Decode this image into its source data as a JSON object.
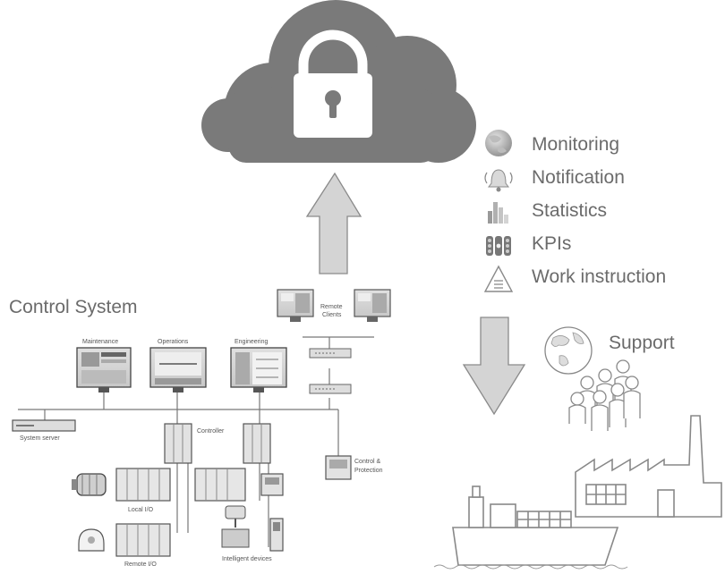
{
  "features": {
    "monitoring": "Monitoring",
    "notification": "Notification",
    "statistics": "Statistics",
    "kpis": "KPIs",
    "work_instruction": "Work instruction"
  },
  "labels": {
    "control_system": "Control System",
    "support": "Support",
    "remote": "Remote",
    "clients": "Clients",
    "maintenance": "Maintenance",
    "operations": "Operations",
    "engineering": "Engineering",
    "system_server": "System server",
    "controller": "Controller",
    "control_amp": "Control &",
    "protection": "Protection",
    "local_io": "Local I/O",
    "remote_io": "Remote I/O",
    "intelligent_devices": "Intelligent devices"
  },
  "icons": {
    "cloud": "cloud-lock-icon",
    "monitoring": "globe-icon",
    "notification": "bell-icon",
    "statistics": "bar-chart-icon",
    "kpis": "traffic-light-icon",
    "work_instruction": "warning-triangle-icon",
    "support": "people-globe-icon",
    "factory": "factory-icon",
    "ship": "ship-icon"
  },
  "colors": {
    "cloud": "#7a7a7a",
    "arrow": "#cfcfcf",
    "text": "#6b6b6b"
  }
}
